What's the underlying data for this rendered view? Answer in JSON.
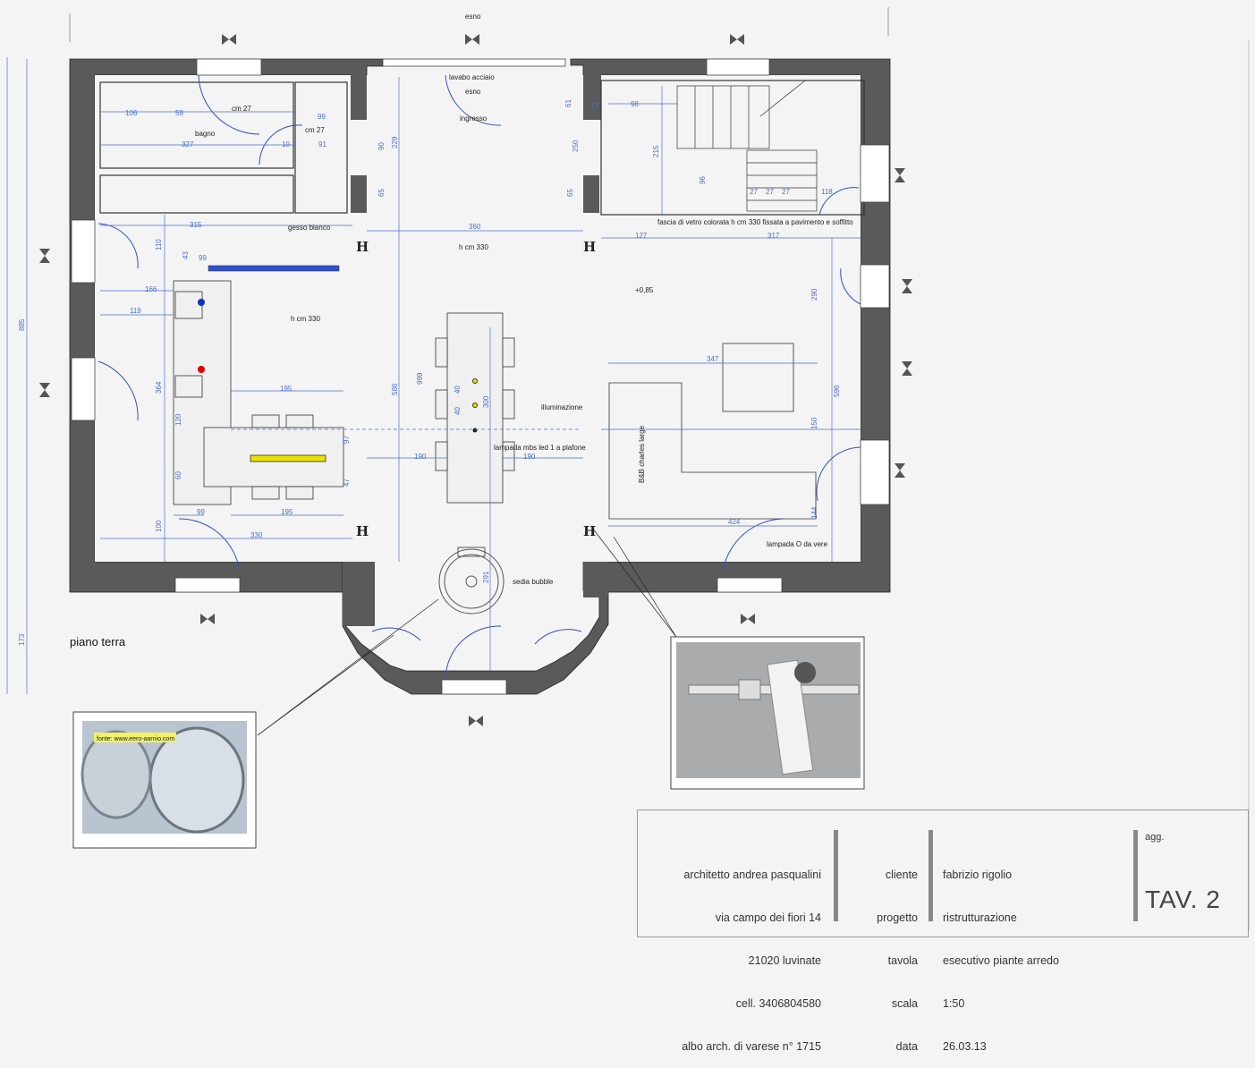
{
  "labels": {
    "esno_top": "esno",
    "bagno": "bagno",
    "cm27_a": "cm 27",
    "cm27_b": "cm 27",
    "lavabo_acciaio": "lavabo acciaio",
    "esno_2": "esno",
    "ingresso": "ingresso",
    "gesso_blanco": "gesso blanco",
    "h330_a": "h cm 330",
    "h330_b": "h cm 330",
    "illuminazione": "illuminazione",
    "lampada_mbs": "lampada mbs led 1 a plafone",
    "sedia_bubble": "sedia bubble",
    "lampada_o": "lampada O da vere",
    "b_b": "B&B charles large",
    "fascia": "fascia di vetro colorata h cm 330 fissata a pavimento e soffitto",
    "quota_piu": "+0,85",
    "piano_terra": "piano terra",
    "fonte": "fonte: www.eero-aarnio.com"
  },
  "dimensions": {
    "d106": "106",
    "d59": "59",
    "d99": "99",
    "d10": "10",
    "d91": "91",
    "d327": "327",
    "d315": "315",
    "d360": "360",
    "d127": "127",
    "d317": "317",
    "d347": "347",
    "d166": "166",
    "d119": "119",
    "d195": "195",
    "d190a": "190",
    "d190b": "190",
    "d99b": "99",
    "d195b": "195",
    "d330": "330",
    "d424": "424",
    "d885": "885",
    "d173": "173",
    "d586": "586",
    "d999": "999",
    "d300": "300",
    "d596": "596",
    "d290": "290",
    "d364": "364",
    "d120": "120",
    "d60": "60",
    "d100": "100",
    "d150": "150",
    "d144": "144",
    "d40a": "40",
    "d40b": "40",
    "d291": "291",
    "d215": "215",
    "d229": "229",
    "d250": "250",
    "d90": "90",
    "d96": "96",
    "d27a": "27",
    "d27b": "27",
    "d27c": "27",
    "d118": "118",
    "d98": "98",
    "d12": "12",
    "d65a": "65",
    "d65b": "65",
    "d61": "61",
    "d97": "97",
    "d47": "47",
    "d110": "110",
    "d43": "43",
    "d99c": "99"
  },
  "title_block": {
    "architect": [
      "architetto andrea pasqualini",
      "via campo dei fiori 14",
      "21020 luvinate",
      "cell. 3406804580",
      "albo arch. di varese n° 1715"
    ],
    "field_names": [
      "cliente",
      "progetto",
      "tavola",
      "scala",
      "data"
    ],
    "field_values": [
      "fabrizio rigolio",
      "ristrutturazione",
      "esecutivo piante arredo",
      "1:50",
      "26.03.13"
    ],
    "agg": "agg.",
    "tav": "TAV.  2"
  },
  "colors": {
    "wall": "#5a5a5a",
    "dim": "#4a6fd0",
    "accent_yellow": "#e8e000",
    "red_dot": "#e00000",
    "blue_dot": "#1030c0"
  }
}
